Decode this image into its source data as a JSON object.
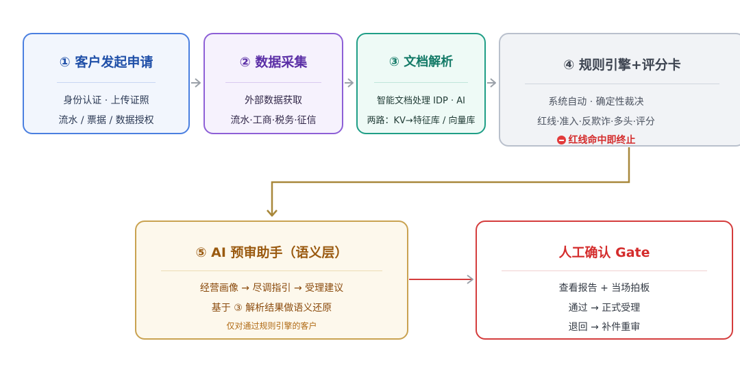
{
  "nodes": {
    "n1": {
      "title": "① 客户发起申请",
      "lines": [
        "身份认证 · 上传证照",
        "流水 / 票据 / 数据授权"
      ]
    },
    "n2": {
      "title": "② 数据采集",
      "lines": [
        "外部数据获取",
        "流水·工商·税务·征信"
      ]
    },
    "n3": {
      "title": "③ 文档解析",
      "lines": [
        "智能文档处理 IDP · AI",
        "两路：KV→特征库 / 向量库"
      ]
    },
    "n4": {
      "title": "④ 规则引擎+评分卡",
      "lines": [
        "系统自动 · 确定性裁决",
        "红线·准入·反欺诈·多头·评分"
      ],
      "warning": "红线命中即终止"
    },
    "n5": {
      "title": "⑤ AI 预审助手（语义层）",
      "lines": [
        "经营画像 → 尽调指引 → 受理建议",
        "基于 ③ 解析结果做语义还原",
        "仅对通过规则引擎的客户"
      ]
    },
    "n6": {
      "title": "人工确认 Gate",
      "lines": [
        "查看报告 + 当场拍板",
        "通过 → 正式受理",
        "退回 → 补件重审"
      ]
    }
  },
  "colors": {
    "arrow_gray": "#9aa0a8",
    "arrow_olive": "#a8873a",
    "arrow_red": "#d43c3c"
  },
  "icons": {
    "warning": "stop-icon"
  }
}
